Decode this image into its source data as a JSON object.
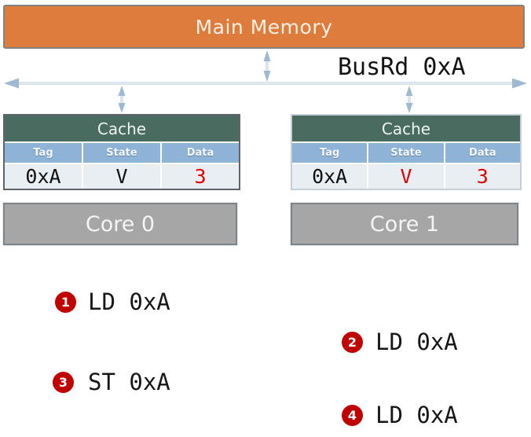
{
  "colors": {
    "memory_orange": "#DD7C3D",
    "cache_green": "#4A6B60",
    "column_blue": "#8FB3D6",
    "row_background": "#E9EEF3",
    "core_gray": "#A6A6A6",
    "badge_red": "#C00000",
    "value_red": "#E00000",
    "value_black": "#111111",
    "arrow_blue": "#9DBAD2"
  },
  "main_memory": {
    "label": "Main Memory"
  },
  "bus": {
    "label": "BusRd 0xA"
  },
  "caches": [
    {
      "title": "Cache",
      "columns": [
        "Tag",
        "State",
        "Data"
      ],
      "row": {
        "tag": "0xA",
        "state": "V",
        "data": "3"
      },
      "tag_color": "#111111",
      "state_color": "#111111",
      "data_color": "#E00000"
    },
    {
      "title": "Cache",
      "columns": [
        "Tag",
        "State",
        "Data"
      ],
      "row": {
        "tag": "0xA",
        "state": "V",
        "data": "3"
      },
      "tag_color": "#111111",
      "state_color": "#E00000",
      "data_color": "#E00000"
    }
  ],
  "cores": [
    {
      "label": "Core 0"
    },
    {
      "label": "Core 1"
    }
  ],
  "operations": [
    {
      "num": "1",
      "label": "LD 0xA"
    },
    {
      "num": "2",
      "label": "LD 0xA"
    },
    {
      "num": "3",
      "label": "ST 0xA"
    },
    {
      "num": "4",
      "label": "LD 0xA"
    }
  ]
}
